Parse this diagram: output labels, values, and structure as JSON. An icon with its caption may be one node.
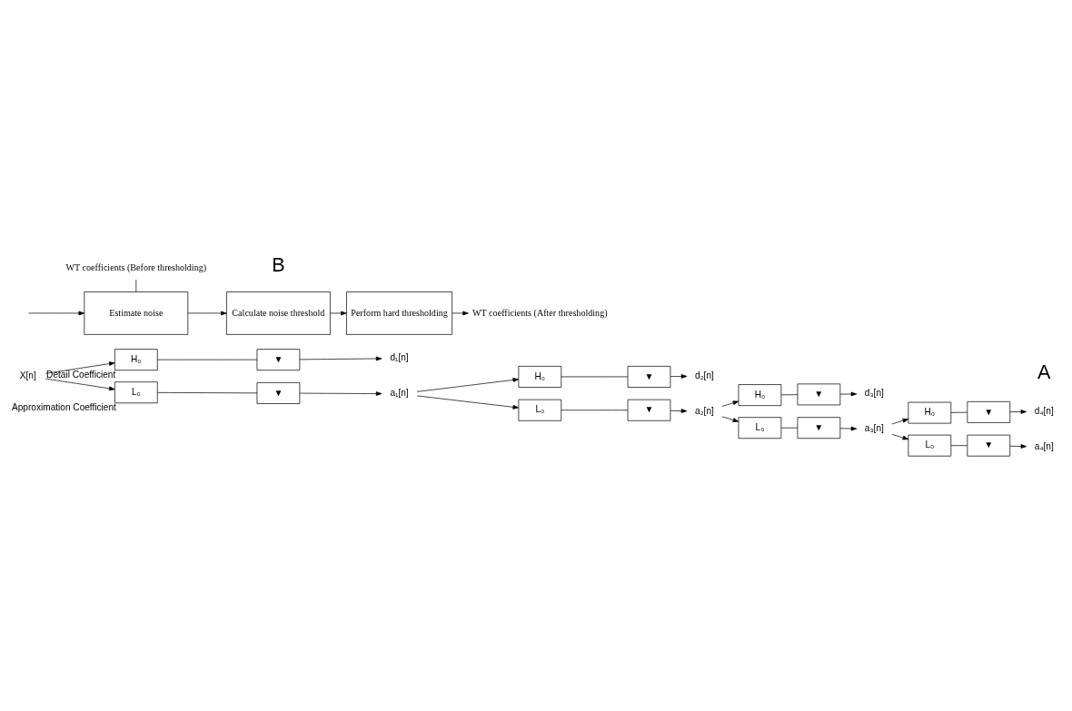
{
  "diagram": {
    "nodes": [
      {
        "text": [
          "X[n]"
        ]
      },
      {
        "text": [
          "H₀"
        ],
        "beside": [
          "Detail Coefficient"
        ]
      },
      {
        "text": [
          "▼"
        ]
      },
      {
        "text": [
          "d₁[n]"
        ]
      },
      {
        "text": [
          "L₀"
        ],
        "beside": [
          "Approximation Coefficient"
        ]
      },
      {
        "text": [
          "▼"
        ]
      },
      {
        "text": [
          "a₁[n]"
        ]
      },
      {
        "text": [
          "H₀"
        ]
      },
      {
        "text": [
          "▼"
        ]
      },
      {
        "text": [
          "d₂[n]"
        ]
      },
      {
        "text": [
          "L₀"
        ]
      },
      {
        "text": [
          "▼"
        ]
      },
      {
        "text": [
          "a₂[n]"
        ]
      },
      {
        "text": [
          "H₀"
        ]
      },
      {
        "text": [
          "▼"
        ]
      },
      {
        "text": [
          "d₃[n]"
        ]
      },
      {
        "text": [
          "L₀"
        ]
      },
      {
        "text": [
          "▼"
        ]
      },
      {
        "text": [
          "a₃[n]"
        ]
      },
      {
        "text": [
          "H₀"
        ]
      },
      {
        "text": [
          "▼"
        ]
      },
      {
        "text": [
          "d₄[n]"
        ]
      },
      {
        "text": [
          "L₀"
        ]
      },
      {
        "text": [
          "▼"
        ]
      },
      {
        "text": [
          "a₄[n]"
        ]
      },
      {
        "text": [
          "WT coefficients (Before thresholding)"
        ]
      },
      {
        "text": [
          "Estimate noise"
        ]
      },
      {
        "text": [
          "Calculate noise threshold"
        ]
      },
      {
        "text": [
          "Perform hard thresholding"
        ]
      },
      {
        "text": [
          "WT coefficients (After thresholding)"
        ]
      }
    ],
    "edges": [
      {
        "from": 0,
        "to": 1,
        "arrow": "to"
      },
      {
        "from": 0,
        "to": 4,
        "arrow": "to"
      },
      {
        "from": 1,
        "to": 2,
        "arrow": "none"
      },
      {
        "from": 2,
        "to": 3,
        "arrow": "to"
      },
      {
        "from": 4,
        "to": 5,
        "arrow": "none"
      },
      {
        "from": 5,
        "to": 6,
        "arrow": "to"
      },
      {
        "from": 6,
        "to": 7,
        "arrow": "to"
      },
      {
        "from": 6,
        "to": 10,
        "arrow": "to"
      },
      {
        "from": 7,
        "to": 8,
        "arrow": "none"
      },
      {
        "from": 8,
        "to": 9,
        "arrow": "to"
      },
      {
        "from": 10,
        "to": 11,
        "arrow": "none"
      },
      {
        "from": 11,
        "to": 12,
        "arrow": "to"
      },
      {
        "from": 12,
        "to": 13,
        "arrow": "to"
      },
      {
        "from": 12,
        "to": 16,
        "arrow": "to"
      },
      {
        "from": 13,
        "to": 14,
        "arrow": "none"
      },
      {
        "from": 14,
        "to": 15,
        "arrow": "to"
      },
      {
        "from": 16,
        "to": 17,
        "arrow": "none"
      },
      {
        "from": 17,
        "to": 18,
        "arrow": "to"
      },
      {
        "from": 18,
        "to": 19,
        "arrow": "to"
      },
      {
        "from": 18,
        "to": 22,
        "arrow": "to"
      },
      {
        "from": 19,
        "to": 20,
        "arrow": "none"
      },
      {
        "from": 20,
        "to": 21,
        "arrow": "to"
      },
      {
        "from": 22,
        "to": 23,
        "arrow": "none"
      },
      {
        "from": 23,
        "to": 24,
        "arrow": "to"
      },
      {
        "from": null,
        "to": 26,
        "arrow": "to"
      },
      {
        "from": 25,
        "to": 26,
        "arrow": "none"
      },
      {
        "from": 26,
        "to": 27,
        "arrow": "to"
      },
      {
        "from": 27,
        "to": 28,
        "arrow": "to"
      },
      {
        "from": 28,
        "to": 29,
        "arrow": "to"
      }
    ],
    "labels": [
      "A",
      "B"
    ]
  }
}
